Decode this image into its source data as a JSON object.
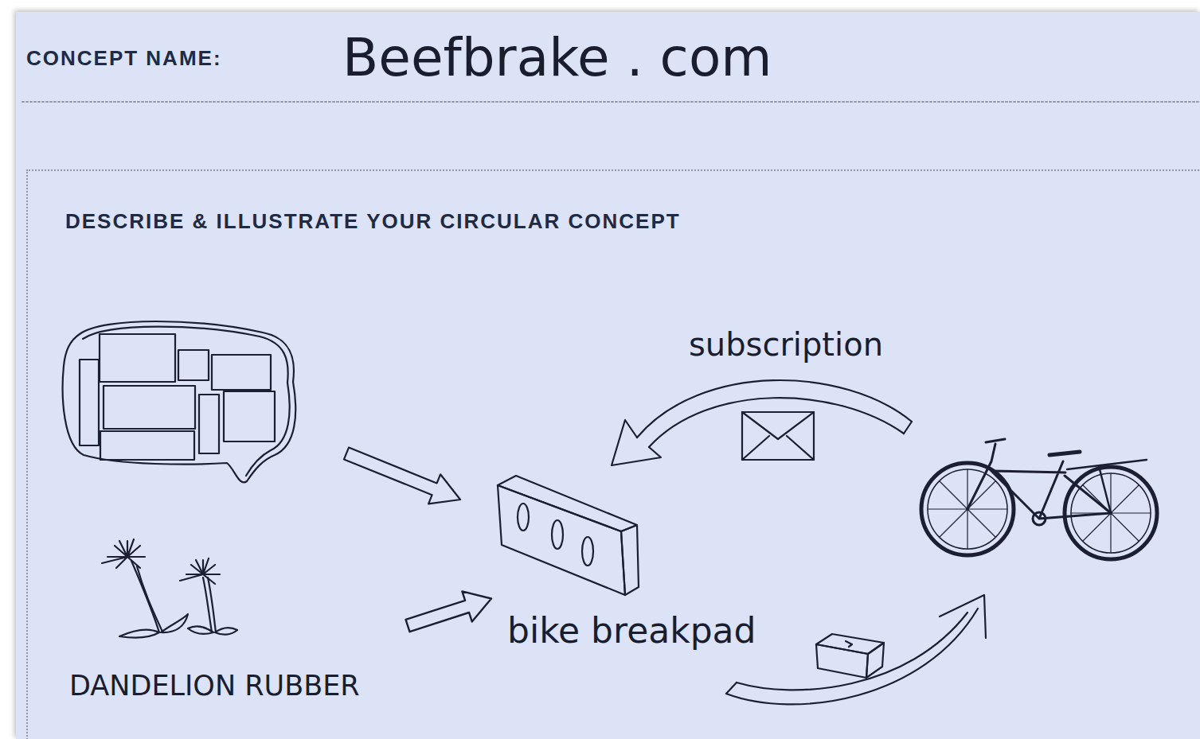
{
  "diagram": {
    "nodes": [
      {
        "text": [
          "DESCRIBE & ILLUSTRATE YOUR CIRCULAR CONCEPT"
        ]
      },
      {
        "text": [
          "DANDELION RUBBER"
        ],
        "in": 0
      },
      {
        "text": [
          "bike breakpad"
        ],
        "in": 0
      }
    ],
    "edges": [
      {
        "from": 1,
        "to": 2,
        "arrow": "to"
      }
    ],
    "labels": [
      "CONCEPT NAME:",
      "Beefbrake . com",
      "subscription"
    ]
  }
}
